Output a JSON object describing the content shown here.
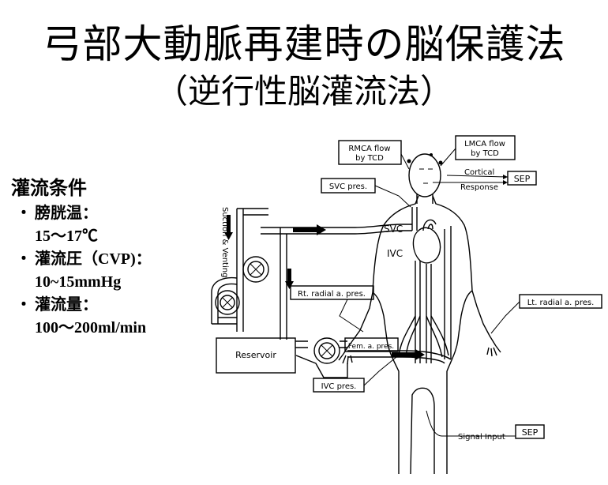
{
  "title": {
    "line1": "弓部大動脈再建時の脳保護法",
    "line2": "（逆行性脳灌流法）"
  },
  "conditions": {
    "heading": "灌流条件",
    "items": [
      {
        "bullet": "・",
        "label": "膀胱温：",
        "value": "15～17℃"
      },
      {
        "bullet": "・",
        "label": "灌流圧（CVP)：",
        "value": "10~15mmHg"
      },
      {
        "bullet": "・",
        "label": "灌流量：",
        "value": "100～200ml/min"
      }
    ]
  },
  "diagram": {
    "labels": {
      "rmca": [
        "RMCA flow",
        "by TCD"
      ],
      "lmca": [
        "LMCA flow",
        "by TCD"
      ],
      "svc_pres": "SVC pres.",
      "cortical_response": [
        "Cortical",
        "Response"
      ],
      "sep_top": "SEP",
      "svc": "SVC",
      "ivc": "IVC",
      "suction_venting": "Suction & Venting",
      "rt_radial": "Rt. radial a. pres.",
      "lt_radial": "Lt. radial a. pres.",
      "reservoir": "Reservoir",
      "fem_pres": "Fem. a. pres.",
      "ivc_pres": "IVC pres.",
      "signal_input": "Signal Input",
      "sep_bottom": "SEP"
    }
  }
}
